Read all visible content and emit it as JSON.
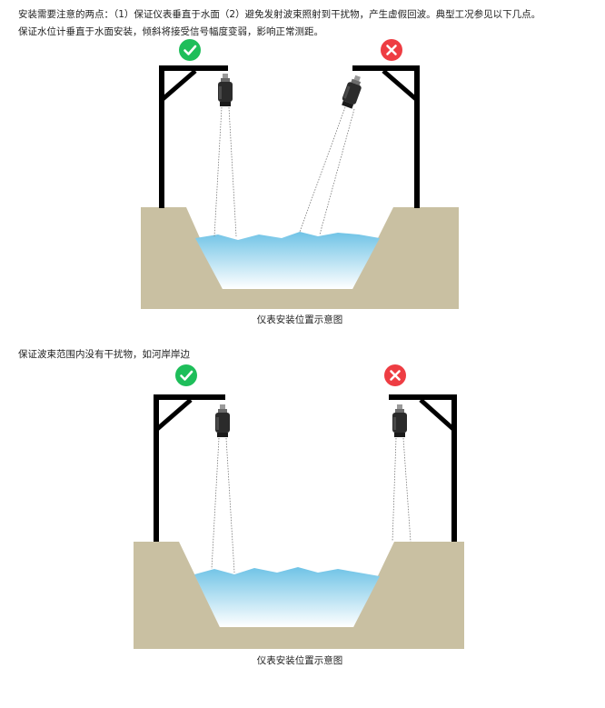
{
  "intro": {
    "line1": "安装需要注意的两点：（1）保证仪表垂直于水面（2）避免发射波束照射到干扰物，产生虚假回波。典型工况参见以下几点。",
    "line2": "保证水位计垂直于水面安装，倾斜将接受信号幅度变弱，影响正常测距。"
  },
  "figure1": {
    "caption": "仪表安装位置示意图",
    "left_status": "correct",
    "right_status": "incorrect"
  },
  "section2": {
    "text": "保证波束范围内没有干扰物，如河岸岸边"
  },
  "figure2": {
    "caption": "仪表安装位置示意图",
    "left_status": "correct",
    "right_status": "incorrect"
  },
  "colors": {
    "ground": "#c9c0a2",
    "water_top": "#6fc3e6",
    "water_bottom": "#ffffff",
    "correct_badge": "#1ebe5a",
    "wrong_badge": "#ee3d43",
    "pole": "#000000",
    "sensor": "#2b2b2b"
  },
  "icons": {
    "correct": "check-circle-icon",
    "wrong": "x-circle-icon"
  }
}
